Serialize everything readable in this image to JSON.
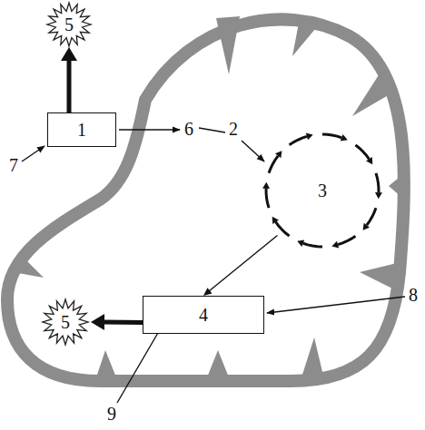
{
  "diagram": {
    "nodes": [
      {
        "text": [
          "5"
        ]
      },
      {
        "text": [
          "1"
        ]
      },
      {
        "text": [
          "3"
        ]
      },
      {
        "text": [
          "5"
        ]
      },
      {
        "text": [
          "4"
        ]
      }
    ],
    "edges": [
      {
        "from": 1,
        "to": 0,
        "arrow": "to"
      },
      {
        "from": 2,
        "to": 4,
        "arrow": "to"
      },
      {
        "from": 4,
        "to": 3,
        "arrow": "to"
      }
    ],
    "labels": [
      "6",
      "2",
      "7",
      "8",
      "9"
    ]
  }
}
